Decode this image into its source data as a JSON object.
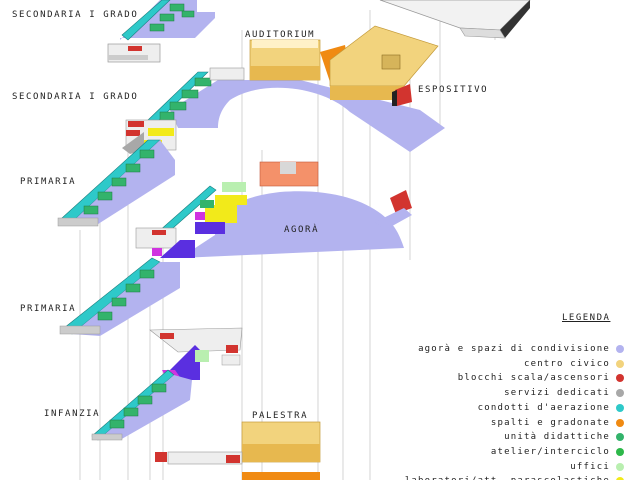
{
  "labels": {
    "secondaria_1": "SECONDARIA I GRADO",
    "secondaria_2": "SECONDARIA I GRADO",
    "primaria_1": "PRIMARIA",
    "primaria_2": "PRIMARIA",
    "infanzia": "INFANZIA",
    "auditorium": "AUDITORIUM",
    "espositivo": "ESPOSITIVO",
    "agora": "AGORÀ",
    "palestra": "PALESTRA"
  },
  "legend": {
    "title": "LEGENDA",
    "items": [
      {
        "label": "agorà e spazi di condivisione",
        "color": "#b3b3ef"
      },
      {
        "label": "centro civico",
        "color": "#f2d37d"
      },
      {
        "label": "blocchi scala/ascensori",
        "color": "#d2342f"
      },
      {
        "label": "servizi dedicati",
        "color": "#a8a8a8"
      },
      {
        "label": "condotti d'aerazione",
        "color": "#2ec9c9"
      },
      {
        "label": "spalti e gradonate",
        "color": "#f08a12"
      },
      {
        "label": "unità didattiche",
        "color": "#33b36b"
      },
      {
        "label": "atelier/interciclo",
        "color": "#2db84a"
      },
      {
        "label": "uffici",
        "color": "#b9efb0"
      },
      {
        "label": "laboratori/att. parascolastiche",
        "color": "#f2ea1a"
      }
    ]
  }
}
